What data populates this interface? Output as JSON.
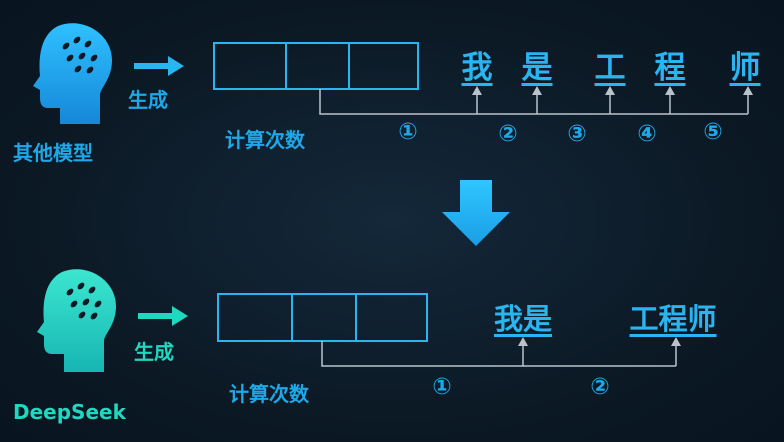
{
  "top": {
    "model_label": "其他模型",
    "generate_label": "生成",
    "count_label": "计算次数",
    "tokens": [
      "我",
      "是",
      "工",
      "程",
      "师"
    ],
    "steps": [
      "①",
      "②",
      "③",
      "④",
      "⑤"
    ]
  },
  "bottom": {
    "model_label": "DeepSeek",
    "generate_label": "生成",
    "count_label": "计算次数",
    "tokens": [
      "我是",
      "工程师"
    ],
    "steps": [
      "①",
      "②"
    ]
  },
  "colors": {
    "top_accent": "#1fa8e8",
    "bottom_accent": "#1fd8c0",
    "line": "#b9c3cc",
    "background": "#0c1a26"
  },
  "icons": [
    "head-brain-icon",
    "right-arrow-icon",
    "down-arrow-icon"
  ]
}
